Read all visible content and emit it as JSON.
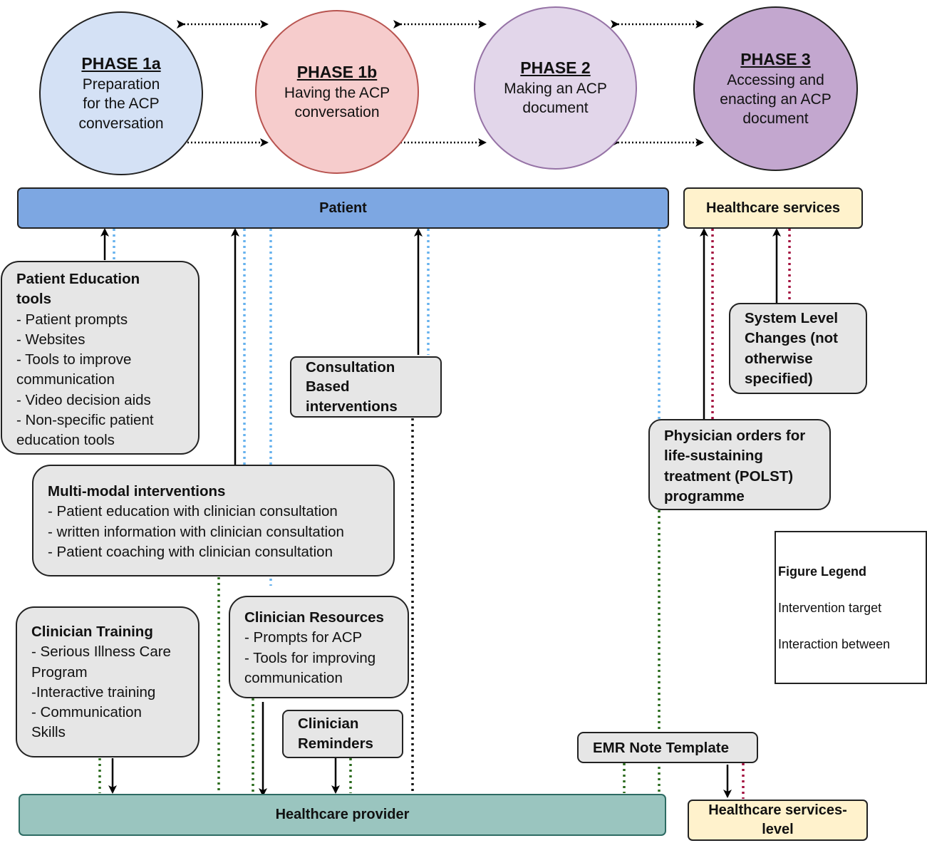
{
  "phases": [
    {
      "title": "PHASE 1a",
      "desc": "Preparation\nfor the ACP\nconversation",
      "color": "#d4e1f5"
    },
    {
      "title": "PHASE 1b",
      "desc": "Having the ACP\nconversation",
      "color": "#f6cccc"
    },
    {
      "title": "PHASE 2",
      "desc": "Making an ACP\ndocument",
      "color": "#e2d6ea"
    },
    {
      "title": "PHASE 3",
      "desc": "Accessing and\nenacting an ACP\ndocument",
      "color": "#c3a7cf"
    }
  ],
  "targets": {
    "patient": "Patient",
    "healthcare_services": "Healthcare services",
    "healthcare_provider": "Healthcare provider",
    "healthcare_services_level": "Healthcare services-\nlevel"
  },
  "boxes": {
    "patient_education": {
      "title": "Patient Education\ntools",
      "items": [
        "- Patient prompts",
        "- Websites",
        "- Tools to improve\ncommunication",
        "- Video decision aids",
        "- Non-specific patient\neducation tools"
      ]
    },
    "multimodal": {
      "title": "Multi-modal interventions",
      "items": [
        "- Patient education with clinician consultation",
        "- written information with clinician consultation",
        "- Patient coaching with clinician consultation"
      ]
    },
    "consultation": {
      "title": "Consultation\nBased\ninterventions"
    },
    "clinician_training": {
      "title": "Clinician Training",
      "items": [
        "- Serious Illness Care\nProgram",
        "-Interactive training",
        "-  Communication\nSkills"
      ]
    },
    "clinician_resources": {
      "title": "Clinician Resources",
      "items": [
        "- Prompts for ACP",
        "- Tools for improving\ncommunication"
      ]
    },
    "clinician_reminders": {
      "title": "Clinician\nReminders"
    },
    "system_level": {
      "title": "System Level\nChanges (not\notherwise\nspecified)"
    },
    "polst": {
      "title": "Physician orders for\nlife-sustaining\ntreatment (POLST)\nprogramme"
    },
    "emr": {
      "title": "EMR  Note Template"
    }
  },
  "legend": {
    "title": "Figure Legend",
    "target_label": "Intervention target",
    "interaction_label": "Interaction between"
  },
  "colors": {
    "patient_bar": "#7da7e2",
    "healthcare_services": "#fff2cc",
    "healthcare_provider": "#9ac5bf",
    "box_fill": "#e6e6e6",
    "dotted_blue": "#66b2ee",
    "dotted_green": "#2b6b1e",
    "dotted_maroon": "#a3103f",
    "dotted_black": "#111111"
  }
}
